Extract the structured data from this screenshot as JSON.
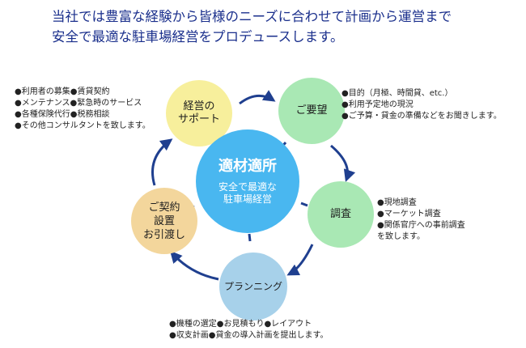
{
  "headline": {
    "line1": "当社では豊富な経験から皆様のニーズに合わせて計画から運営まで",
    "line2": "安全で最適な駐車場経営をプロデュースします。"
  },
  "center": {
    "title": "適材適所",
    "sub_line1": "安全で最適な",
    "sub_line2": "駐車場経営"
  },
  "steps": {
    "support": {
      "line1": "経営の",
      "line2": "サポート"
    },
    "request": {
      "label": "ご要望"
    },
    "survey": {
      "label": "調査"
    },
    "planning": {
      "label": "プランニング"
    },
    "contract": {
      "line1": "ご契約",
      "line2": "設置",
      "line3": "お引渡し"
    }
  },
  "notes": {
    "support": [
      "●利用者の募集●賃貸契約",
      "●メンテナンス●緊急時のサービス",
      "●各種保険代行●税務相談",
      "●その他コンサルタントを致します。"
    ],
    "request": [
      "●目的（月極、時間貸、etc.）",
      "●利用予定地の現況",
      "●ご予算・貸金の準備などをお聞きします。"
    ],
    "survey": [
      "●現地調査",
      "●マーケット調査",
      "●関係官庁への事前調査",
      "を致します。"
    ],
    "planning": [
      "●機種の選定●お見積もり●レイアウト",
      "●収支計画●貸金の導入計画を提出します。"
    ]
  },
  "colors": {
    "headline": "#1a2f8c",
    "arrow": "#1f3f8f",
    "connector": "#1f3f8f",
    "center_fill": "#49b7f0",
    "support_fill": "#f7ef9c",
    "request_fill": "#a9e8b4",
    "survey_fill": "#a9e8b4",
    "planning_fill": "#a7d1ea",
    "contract_fill": "#f3d69c"
  }
}
